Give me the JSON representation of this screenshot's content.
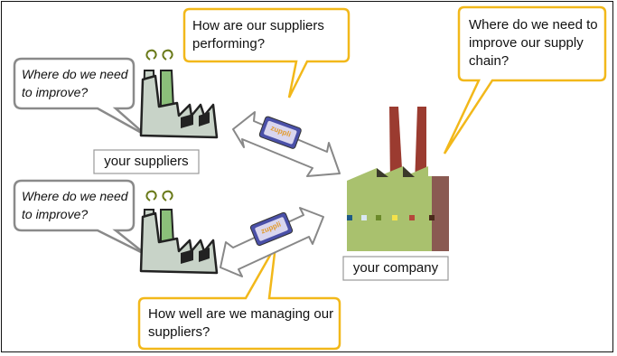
{
  "bubbles": {
    "suppliers_performing": "How are our suppliers performing?",
    "supply_chain": "Where do we need to improve our supply chain?",
    "managing_suppliers": "How well are we managing our suppliers?",
    "supplier_top_question": "Where do we need to improve?",
    "supplier_bottom_question": "Where do we need to improve?"
  },
  "captions": {
    "suppliers": "your suppliers",
    "company": "your company"
  },
  "logo_text": "zuppli",
  "colors": {
    "bubble_yellow_border": "#f2b81a",
    "bubble_grey_border": "#8a8a8a",
    "supplier_factory": "#c8d3c8",
    "company_factory_front": "#a9c16e",
    "company_factory_side": "#8a5a52",
    "chimney": "#9b3b30",
    "smoke": "#c6d64a"
  },
  "company_windows": [
    "#1f5a86",
    "#d9e7f2",
    "#6b8a2a",
    "#f4e24a",
    "#b5473a",
    "#4a2a1a"
  ]
}
